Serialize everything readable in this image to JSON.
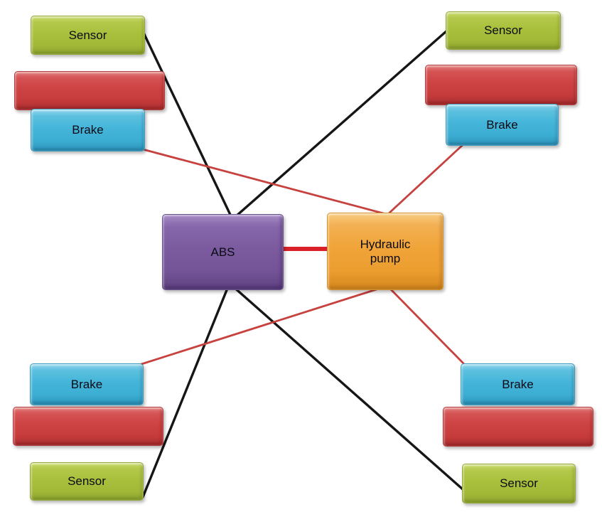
{
  "diagram": {
    "nodes": {
      "abs": {
        "label": "ABS",
        "color": "#7b5b9e"
      },
      "pump": {
        "label": "Hydraulic pump",
        "color": "#f0a439"
      },
      "sensor_top_left": {
        "label": "Sensor",
        "color": "#a9c03d"
      },
      "sensor_top_right": {
        "label": "Sensor",
        "color": "#a9c03d"
      },
      "sensor_bottom_left": {
        "label": "Sensor",
        "color": "#a9c03d"
      },
      "sensor_bottom_right": {
        "label": "Sensor",
        "color": "#a9c03d"
      },
      "brake_top_left": {
        "label": "Brake",
        "color": "#44b5d9"
      },
      "brake_top_right": {
        "label": "Brake",
        "color": "#44b5d9"
      },
      "brake_bottom_left": {
        "label": "Brake",
        "color": "#44b5d9"
      },
      "brake_bottom_right": {
        "label": "Brake",
        "color": "#44b5d9"
      },
      "red_bar_top_left": {
        "label": "",
        "color": "#cd4243"
      },
      "red_bar_top_right": {
        "label": "",
        "color": "#cd4243"
      },
      "red_bar_bottom_left": {
        "label": "",
        "color": "#cd4243"
      },
      "red_bar_bottom_right": {
        "label": "",
        "color": "#cd4243"
      }
    },
    "edges": [
      {
        "from": "sensor_top_left",
        "to": "abs",
        "color": "#161616",
        "width": 3.4
      },
      {
        "from": "sensor_top_right",
        "to": "abs",
        "color": "#161616",
        "width": 3.4
      },
      {
        "from": "sensor_bottom_left",
        "to": "abs",
        "color": "#161616",
        "width": 3.4
      },
      {
        "from": "sensor_bottom_right",
        "to": "abs",
        "color": "#161616",
        "width": 3.4
      },
      {
        "from": "brake_top_left",
        "to": "pump",
        "color": "#c7413f",
        "width": 2.8
      },
      {
        "from": "brake_top_right",
        "to": "pump",
        "color": "#c7413f",
        "width": 2.8
      },
      {
        "from": "brake_bottom_left",
        "to": "pump",
        "color": "#c7413f",
        "width": 2.8
      },
      {
        "from": "brake_bottom_right",
        "to": "pump",
        "color": "#c7413f",
        "width": 2.8
      },
      {
        "from": "abs",
        "to": "pump",
        "color": "#da2129",
        "width": 6
      }
    ],
    "background_color": "#ffffff"
  }
}
